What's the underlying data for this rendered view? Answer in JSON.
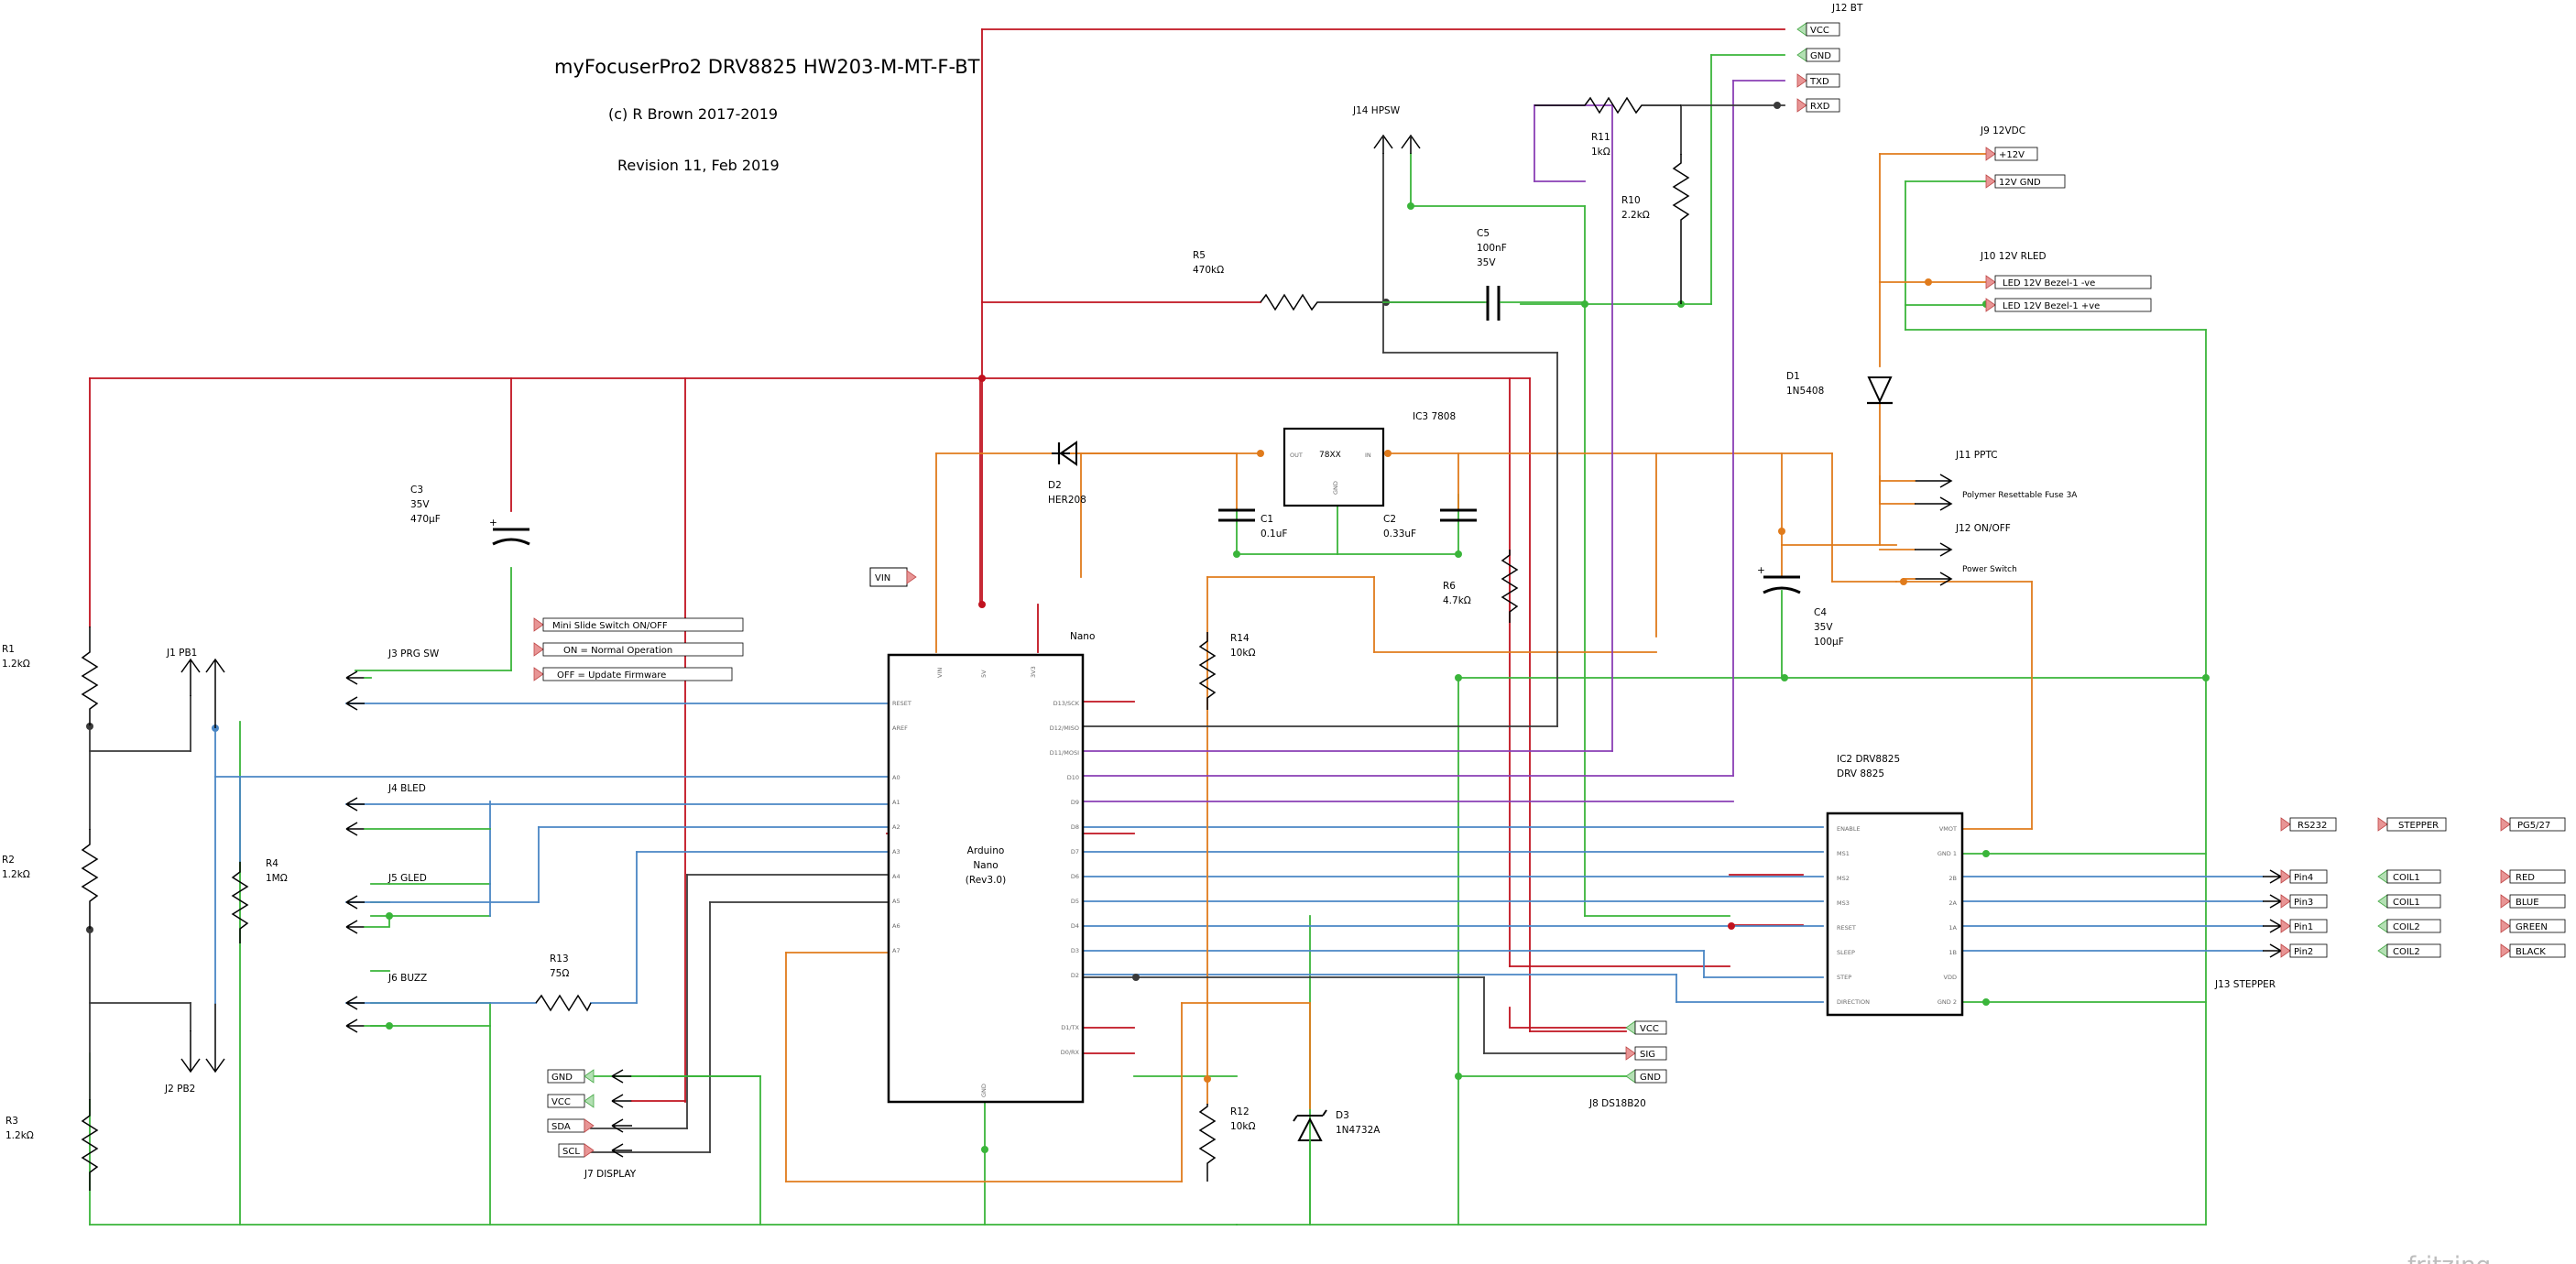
{
  "title": "myFocuserPro2 DRV8825 HW203-M-MT-F-BT",
  "copyright": "(c) R Brown 2017-2019",
  "revision": "Revision 11, Feb 2019",
  "logo": "fritzing",
  "colors": {
    "power": "#c1121f",
    "ground": "#3ab53a",
    "signal": "#4a86c5",
    "supply": "#e07b1c",
    "serial": "#8a3fb5",
    "misc": "#3a3a3a"
  },
  "nano": {
    "label": "Nano",
    "name": [
      "Arduino",
      "Nano",
      "(Rev3.0)"
    ],
    "top_pins": [
      "VIN",
      "5V",
      "3V3"
    ],
    "left_pins": [
      "RESET",
      "AREF",
      "A0",
      "A1",
      "A2",
      "A3",
      "A4",
      "A5",
      "A6",
      "A7"
    ],
    "right_pins": [
      "D13/SCK",
      "D12/MISO",
      "D11/MOSI",
      "D10",
      "D9",
      "D8",
      "D7",
      "D6",
      "D5",
      "D4",
      "D3",
      "D2",
      "D1/TX",
      "D0/RX"
    ],
    "bottom_pin": "GND"
  },
  "drv": {
    "title": "IC2 DRV8825",
    "subtitle": "DRV 8825",
    "left_pins": [
      "ENABLE",
      "MS1",
      "MS2",
      "MS3",
      "RESET",
      "SLEEP",
      "STEP",
      "DIRECTION"
    ],
    "right_pins": [
      "VMOT",
      "GND 1",
      "2B",
      "2A",
      "1A",
      "1B",
      "VDD",
      "GND 2"
    ]
  },
  "reg": {
    "title": "IC3 7808",
    "name": "78XX",
    "out": "OUT",
    "in": "IN",
    "gnd": "GND"
  },
  "resistors": {
    "r1": [
      "R1",
      "1.2kΩ"
    ],
    "r2": [
      "R2",
      "1.2kΩ"
    ],
    "r3": [
      "R3",
      "1.2kΩ"
    ],
    "r4": [
      "R4",
      "1MΩ"
    ],
    "r5": [
      "R5",
      "470kΩ"
    ],
    "r6": [
      "R6",
      "4.7kΩ"
    ],
    "r10": [
      "R10",
      "2.2kΩ"
    ],
    "r11": [
      "R11",
      "1kΩ"
    ],
    "r12": [
      "R12",
      "10kΩ"
    ],
    "r13": [
      "R13",
      "75Ω"
    ],
    "r14": [
      "R14",
      "10kΩ"
    ]
  },
  "capacitors": {
    "c1": [
      "C1",
      "0.1uF"
    ],
    "c2": [
      "C2",
      "0.33uF"
    ],
    "c3": [
      "C3",
      "35V",
      "470μF"
    ],
    "c4": [
      "C4",
      "35V",
      "100μF"
    ],
    "c5": [
      "C5",
      "100nF",
      "35V"
    ]
  },
  "diodes": {
    "d1": [
      "D1",
      "1N5408"
    ],
    "d2": [
      "D2",
      "HER208"
    ],
    "d3": [
      "D3",
      "1N4732A"
    ]
  },
  "connectors": {
    "j1": "J1 PB1",
    "j2": "J2 PB2",
    "j3": "J3 PRG SW",
    "j4": "J4 BLED",
    "j5": "J5 GLED",
    "j6": "J6 BUZZ",
    "j7": "J7 DISPLAY",
    "j8": "J8 DS18B20",
    "j9": "J9 12VDC",
    "j10": "J10 12V RLED",
    "j11": "J11 PPTC",
    "j12bt": "J12 BT",
    "j12": "J12 ON/OFF",
    "j13": "J13 STEPPER",
    "j14": "J14 HPSW"
  },
  "j12bt_pins": [
    "VCC",
    "GND",
    "TXD",
    "RXD"
  ],
  "j9_pins": [
    "+12V",
    "12V GND"
  ],
  "j10_pins": [
    "LED 12V Bezel-1 -ve",
    "LED 12V Bezel-1 +ve"
  ],
  "j11_text": "Polymer Resettable Fuse 3A",
  "j12_text": "Power Switch",
  "j8_pins": [
    "VCC",
    "SIG",
    "GND"
  ],
  "j7_pins": [
    "GND",
    "VCC",
    "SDA",
    "SCL"
  ],
  "vin_tag": "VIN",
  "notes": [
    "Mini Slide Switch ON/OFF",
    "ON = Normal Operation",
    "OFF = Update Firmware"
  ],
  "stepper_headers": [
    "RS232",
    "STEPPER",
    "PG5/27"
  ],
  "stepper_pins": [
    "Pin4",
    "Pin3",
    "Pin1",
    "Pin2"
  ],
  "coil_pins": [
    "COIL1",
    "COIL1",
    "COIL2",
    "COIL2"
  ],
  "wire_colors": [
    "RED",
    "BLUE",
    "GREEN",
    "BLACK"
  ]
}
